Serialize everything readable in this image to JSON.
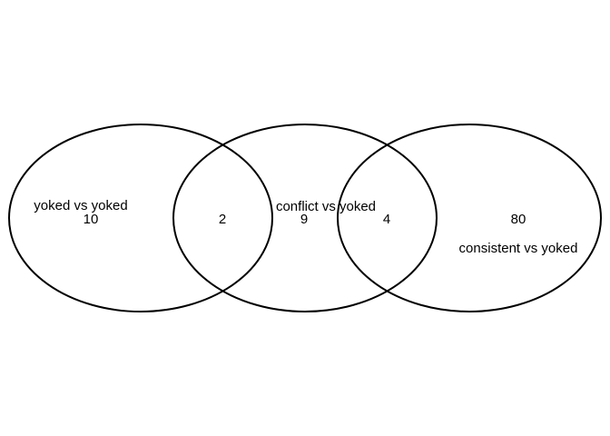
{
  "sets": [
    {
      "label": "yoked vs yoked"
    },
    {
      "label": "conflict vs yoked"
    },
    {
      "label": "consistent vs yoked"
    }
  ],
  "regions": {
    "yoked_only": "10",
    "yoked_and_conflict": "2",
    "conflict_only": "9",
    "conflict_and_consistent": "4",
    "consistent_only": "80"
  },
  "colors": {
    "stroke": "#000000",
    "text": "#000000",
    "background": "#ffffff"
  }
}
